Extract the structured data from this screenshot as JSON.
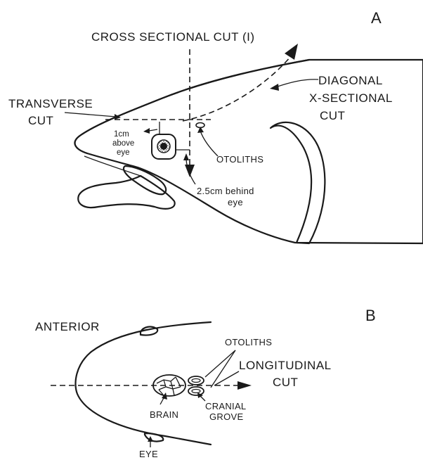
{
  "panel_a": {
    "letter": "A",
    "labels": {
      "cross_sectional_cut": "CROSS SECTIONAL CUT (I)",
      "diagonal_1": "DIAGONAL",
      "diagonal_2": "X-SECTIONAL",
      "diagonal_3": "CUT",
      "transverse_1": "TRANSVERSE",
      "transverse_2": "CUT",
      "above_eye_1": "1cm",
      "above_eye_2": "above",
      "above_eye_3": "eye",
      "otoliths": "OTOLITHS",
      "behind_eye_1": "2.5cm behind",
      "behind_eye_2": "eye"
    }
  },
  "panel_b": {
    "letter": "B",
    "labels": {
      "anterior": "ANTERIOR",
      "otoliths": "OTOLITHS",
      "longitudinal_1": "LONGITUDINAL",
      "longitudinal_2": "CUT",
      "brain": "BRAIN",
      "cranial_1": "CRANIAL",
      "cranial_2": "GROVE",
      "eye": "EYE"
    }
  }
}
